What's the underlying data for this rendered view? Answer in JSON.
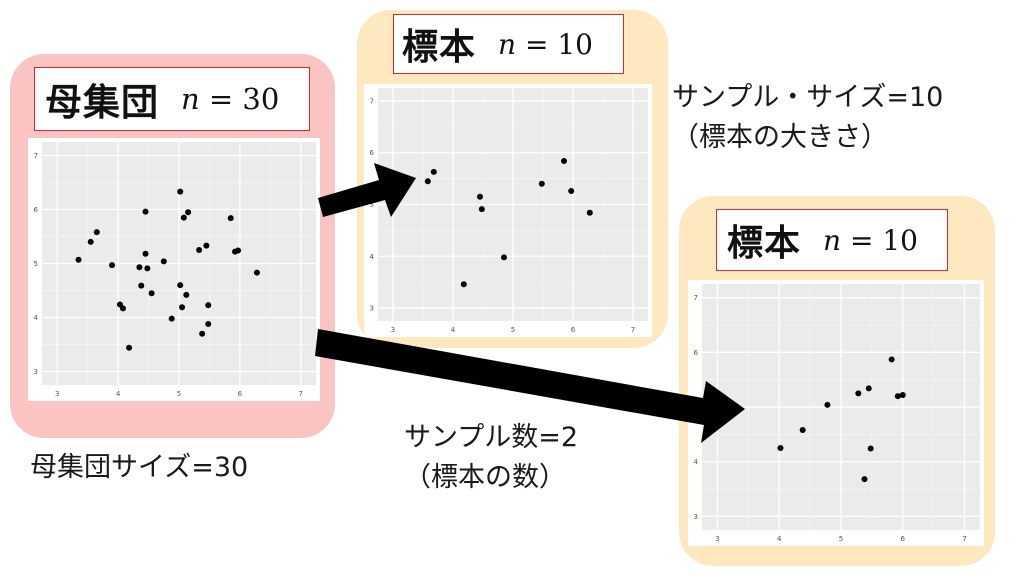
{
  "population": {
    "title": "母集団",
    "n_label": "n = 30",
    "size_caption": "母集団サイズ=30"
  },
  "sample1": {
    "title": "標本",
    "n_label": "n = 10"
  },
  "sample2": {
    "title": "標本",
    "n_label": "n = 10"
  },
  "notes": {
    "sample_size": "サンプル・サイズ=10\n（標本の大きさ）",
    "sample_count": "サンプル数=2\n（標本の数）"
  },
  "colors": {
    "population_bg": "#f9c4c1",
    "sample_bg": "#fde8c0",
    "title_border": "#e0262e",
    "plot_bg": "#ebebeb",
    "arrow": "#000000"
  },
  "chart_data": [
    {
      "type": "scatter",
      "panel": "population",
      "xlim": [
        2.75,
        7.25
      ],
      "ylim": [
        2.75,
        7.25
      ],
      "xticks": [
        3,
        4,
        5,
        6,
        7
      ],
      "yticks": [
        3,
        4,
        5,
        6,
        7
      ],
      "grid": true,
      "points": [
        [
          3.35,
          5.07
        ],
        [
          3.55,
          5.4
        ],
        [
          3.65,
          5.58
        ],
        [
          3.9,
          4.97
        ],
        [
          4.03,
          4.24
        ],
        [
          4.08,
          4.17
        ],
        [
          4.18,
          3.44
        ],
        [
          4.35,
          4.93
        ],
        [
          4.38,
          4.59
        ],
        [
          4.45,
          5.96
        ],
        [
          4.45,
          5.18
        ],
        [
          4.48,
          4.91
        ],
        [
          4.55,
          4.45
        ],
        [
          4.75,
          5.04
        ],
        [
          4.88,
          3.98
        ],
        [
          5.02,
          6.33
        ],
        [
          5.02,
          4.6
        ],
        [
          5.05,
          4.19
        ],
        [
          5.08,
          5.85
        ],
        [
          5.12,
          4.42
        ],
        [
          5.15,
          5.95
        ],
        [
          5.33,
          5.25
        ],
        [
          5.38,
          3.7
        ],
        [
          5.45,
          5.33
        ],
        [
          5.48,
          4.23
        ],
        [
          5.48,
          3.88
        ],
        [
          5.85,
          5.84
        ],
        [
          5.92,
          5.22
        ],
        [
          5.97,
          5.24
        ],
        [
          6.28,
          4.83
        ]
      ]
    },
    {
      "type": "scatter",
      "panel": "sample1",
      "xlim": [
        2.75,
        7.25
      ],
      "ylim": [
        2.75,
        7.25
      ],
      "xticks": [
        3,
        4,
        5,
        6,
        7
      ],
      "yticks": [
        3,
        4,
        5,
        6,
        7
      ],
      "grid": true,
      "points": [
        [
          3.58,
          5.45
        ],
        [
          3.68,
          5.63
        ],
        [
          4.18,
          3.46
        ],
        [
          4.45,
          5.15
        ],
        [
          4.48,
          4.91
        ],
        [
          4.85,
          3.98
        ],
        [
          5.48,
          5.4
        ],
        [
          5.85,
          5.84
        ],
        [
          5.97,
          5.26
        ],
        [
          6.28,
          4.84
        ]
      ]
    },
    {
      "type": "scatter",
      "panel": "sample2",
      "xlim": [
        2.75,
        7.25
      ],
      "ylim": [
        2.75,
        7.25
      ],
      "xticks": [
        3,
        4,
        5,
        6,
        7
      ],
      "yticks": [
        3,
        4,
        5,
        6,
        7
      ],
      "grid": true,
      "points": [
        [
          4.02,
          4.25
        ],
        [
          4.38,
          4.58
        ],
        [
          4.78,
          5.04
        ],
        [
          5.28,
          5.25
        ],
        [
          5.38,
          3.68
        ],
        [
          5.45,
          5.34
        ],
        [
          5.48,
          4.24
        ],
        [
          5.82,
          5.87
        ],
        [
          5.92,
          5.2
        ],
        [
          6.0,
          5.22
        ]
      ]
    }
  ]
}
